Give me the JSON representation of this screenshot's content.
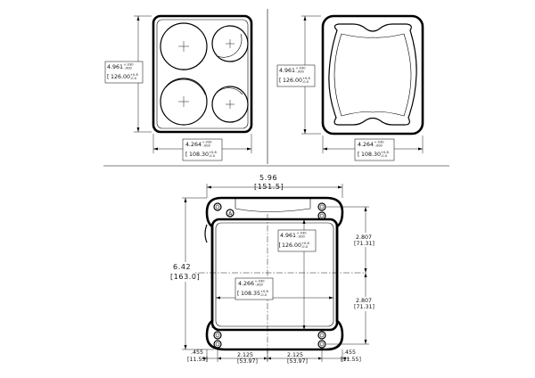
{
  "views": {
    "top_left": {
      "depth_in": "4.961",
      "depth_in_tol_plus": "+.030",
      "depth_in_tol_minus": "-.000",
      "depth_mm": "126.00",
      "depth_mm_tol": "+0.8",
      "depth_mm_tol2": "-0.0",
      "width_in": "4.264",
      "width_in_tol_plus": "+.030",
      "width_in_tol_minus": "-.000",
      "width_mm": "108.30",
      "width_mm_tol": "+0.8",
      "width_mm_tol2": "-0.0"
    },
    "top_right": {
      "depth_in": "4.961",
      "depth_in_tol_plus": "+.030",
      "depth_in_tol_minus": "-.000",
      "depth_mm": "126.00",
      "depth_mm_tol": "+0.8",
      "depth_mm_tol2": "-0.0",
      "width_in": "4.264",
      "width_in_tol_plus": "+.030",
      "width_in_tol_minus": "-.000",
      "width_mm": "108.30",
      "width_mm_tol": "+0.8",
      "width_mm_tol2": "-0.0"
    },
    "bottom": {
      "overall_width_in": "5.96",
      "overall_width_mm": "[151.5]",
      "overall_height_in": "6.42",
      "overall_height_mm": "[163.0]",
      "inner_depth_in": "4.961",
      "inner_depth_in_tol_plus": "+.030",
      "inner_depth_in_tol_minus": "-.000",
      "inner_depth_mm": "126.00",
      "inner_depth_mm_tol": "+0.8",
      "inner_depth_mm_tol2": "-0.0",
      "inner_width_in": "4.266",
      "inner_width_in_tol_plus": "+.030",
      "inner_width_in_tol_minus": "-.000",
      "inner_width_mm": "108.35",
      "inner_width_mm_tol": "+0.8",
      "inner_width_mm_tol2": "-0.0",
      "bolt_upper_in": "2.807",
      "bolt_upper_mm": "[71.31]",
      "bolt_lower_in": "2.807",
      "bolt_lower_mm": "[71.31]",
      "offset_left_in": ".455",
      "offset_left_mm": "[11.55]",
      "bolt_left_in": "2.125",
      "bolt_left_mm": "[53.97]",
      "bolt_right_in": "2.125",
      "bolt_right_mm": "[53.97]",
      "offset_right_in": ".455",
      "offset_right_mm": "[11.55]",
      "hole_label": "A"
    }
  }
}
